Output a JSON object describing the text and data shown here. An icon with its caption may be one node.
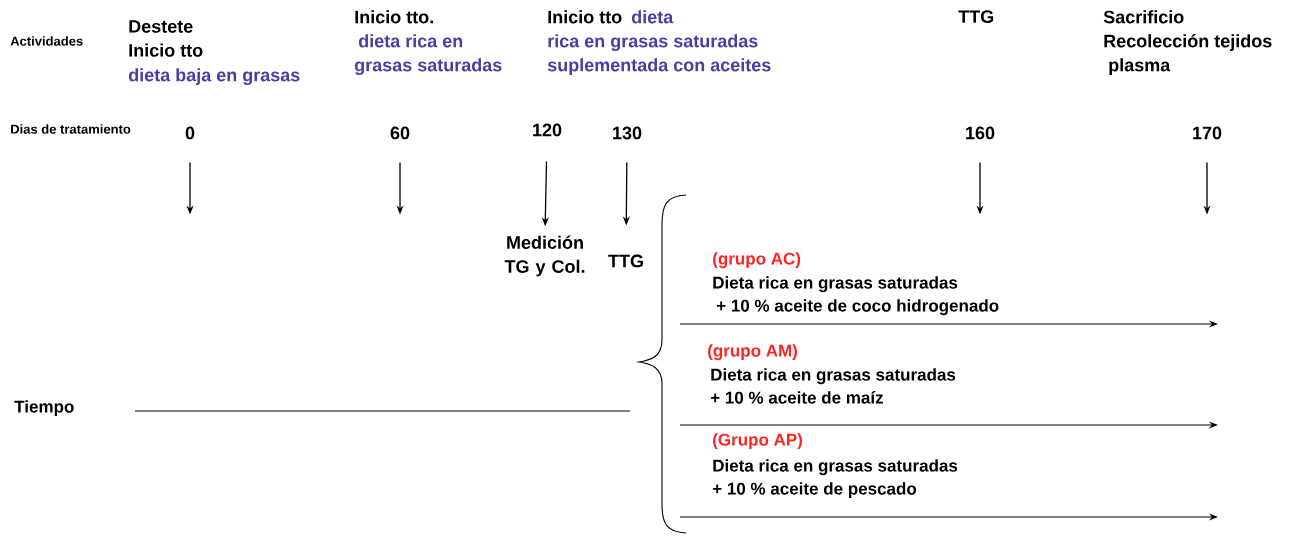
{
  "diagram": {
    "nodes": [
      {
        "text": [
          "0"
        ]
      },
      {
        "text": [
          "60"
        ]
      },
      {
        "text": [
          "120"
        ]
      },
      {
        "text": [
          "130"
        ]
      },
      {
        "text": [
          "160"
        ]
      },
      {
        "text": [
          "170"
        ]
      },
      {
        "text": [
          "Medición TG y Col."
        ]
      },
      {
        "text": [
          "TTG"
        ]
      }
    ],
    "edges": [
      {
        "from": 0,
        "to": null,
        "arrow": "to"
      },
      {
        "from": 1,
        "to": null,
        "arrow": "to"
      },
      {
        "from": 2,
        "to": 6,
        "arrow": "to"
      },
      {
        "from": 3,
        "to": 7,
        "arrow": "to"
      },
      {
        "from": 4,
        "to": null,
        "arrow": "to"
      },
      {
        "from": 5,
        "to": null,
        "arrow": "to"
      }
    ],
    "labels": [
      "Actividades",
      "Destete Inicio tto",
      "dieta baja en grasas",
      "Inicio tto.",
      "dieta rica en grasas saturadas",
      "Inicio tto",
      "dieta rica en grasas saturadas suplementada con aceites",
      "TTG",
      "Sacrificio Recolección tejidos plasma",
      "Dias de tratamiento",
      "(grupo AC)",
      "Dieta rica en grasas saturadas + 10 % aceite de coco hidrogenado",
      "(grupo AM)",
      "Dieta rica en grasas saturadas + 10 % aceite de maíz",
      "(Grupo AP)",
      "Dieta rica en grasas saturadas + 10 % aceite de pescado",
      "Tiempo"
    ]
  }
}
